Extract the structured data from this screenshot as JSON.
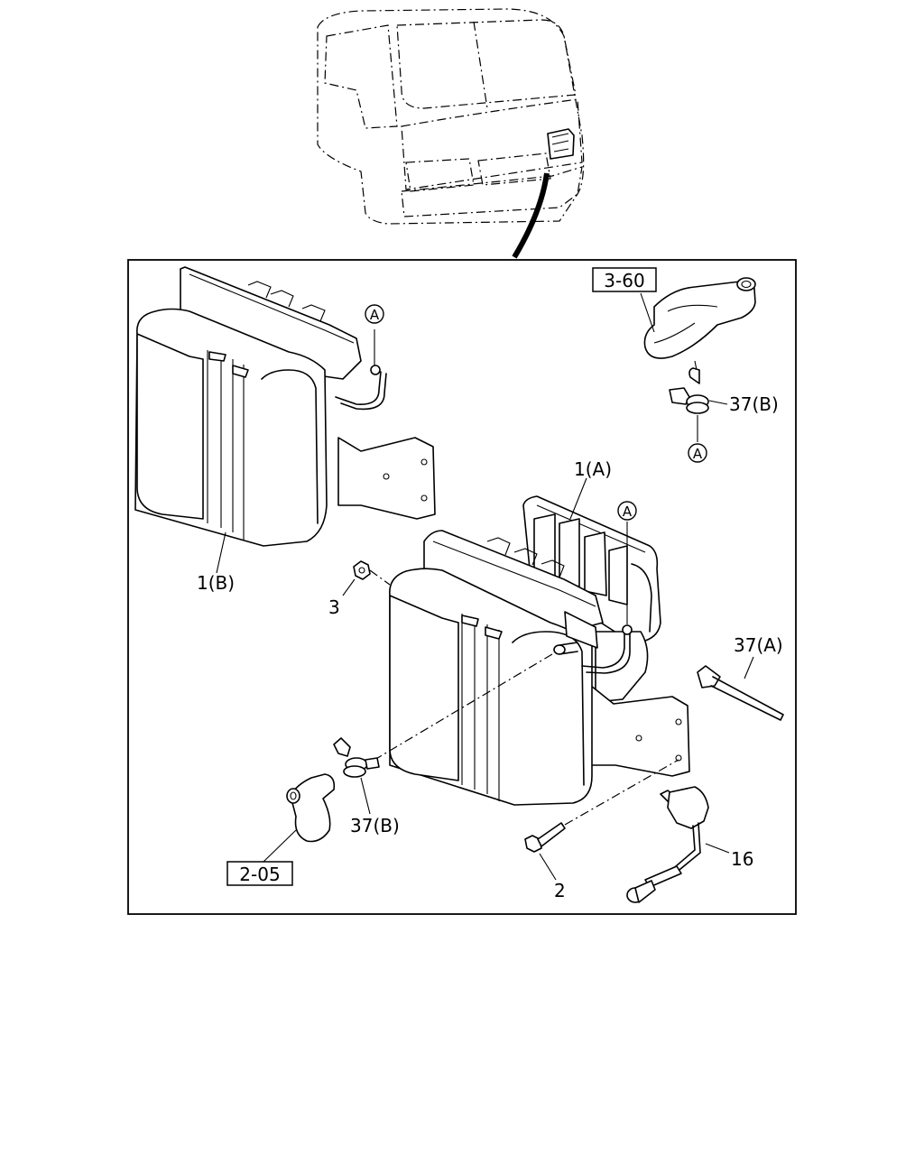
{
  "callouts": {
    "ref_top": "3-60",
    "ref_bottom": "2-05",
    "marker_a": "A",
    "part_1a": "1(A)",
    "part_1b": "1(B)",
    "part_2": "2",
    "part_3": "3",
    "part_16": "16",
    "part_37a": "37(A)",
    "part_37b_top": "37(B)",
    "part_37b_bottom": "37(B)"
  }
}
